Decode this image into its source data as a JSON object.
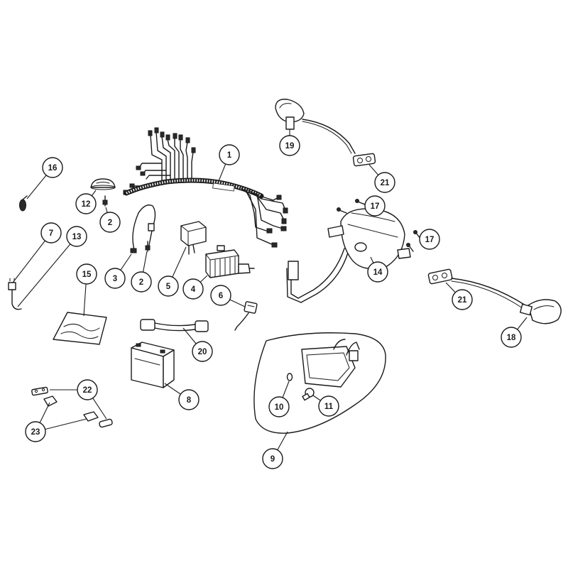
{
  "callouts": [
    "1",
    "19",
    "21",
    "16",
    "12",
    "2",
    "17",
    "7",
    "13",
    "17",
    "15",
    "3",
    "2",
    "5",
    "4",
    "14",
    "21",
    "6",
    "18",
    "20",
    "8",
    "22",
    "10",
    "11",
    "23",
    "9"
  ],
  "colors": {
    "line": "#1a1a1a",
    "background": "#ffffff"
  }
}
